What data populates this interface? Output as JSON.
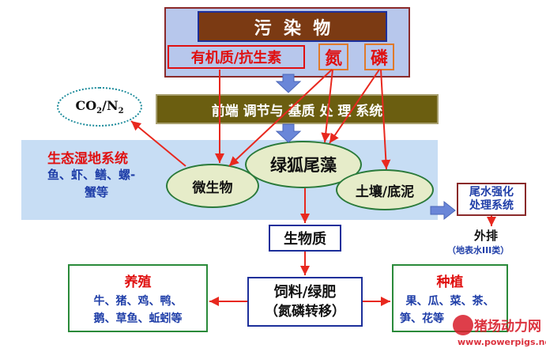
{
  "pollutants": {
    "title": "污  染  物",
    "organic": "有机质/抗生素",
    "nitrogen": "氮",
    "phosphorus": "磷"
  },
  "co2": {
    "co": "CO",
    "sub1": "2",
    "mid": "/N",
    "sub2": "2"
  },
  "pretreatment": "前端 调节与 基质 处 理 系统",
  "wetland": {
    "title": "生态湿地系统",
    "species_line1": "鱼、虾、鳝、螺-",
    "species_line2": "蟹等"
  },
  "microbes": "微生物",
  "foxtail": "绿狐尾藻",
  "soil": "土壤/底泥",
  "tailwater": {
    "line1": "尾水强化",
    "line2": "处理系统"
  },
  "discharge": {
    "label": "外排",
    "standard": "（地表水III类）"
  },
  "biomass": "生物质",
  "feed": {
    "line1": "饲料/绿肥",
    "line2": "（氮磷转移）"
  },
  "breeding": {
    "title": "养殖",
    "line1": "牛、猪、鸡、鸭、",
    "line2": "鹅、草鱼、蚯蚓等"
  },
  "planting": {
    "title": "种植",
    "line1": "果、瓜、菜、茶、",
    "line2": "笋、花等"
  },
  "watermark": {
    "main": "猪场动力网",
    "url": "www.powerpigs.net"
  },
  "colors": {
    "pollutant_bg": "#b7c7ec",
    "title_bar": "#7b3a13",
    "pretreat_bar": "#6b5e10",
    "wetland_bg": "#c7ddf4",
    "ellipse_bg": "#e6ecc9",
    "arrow_red": "#e8281e",
    "text_red": "#e01010",
    "text_blue": "#1f3ea8",
    "watermark_red": "#d81c2a"
  }
}
